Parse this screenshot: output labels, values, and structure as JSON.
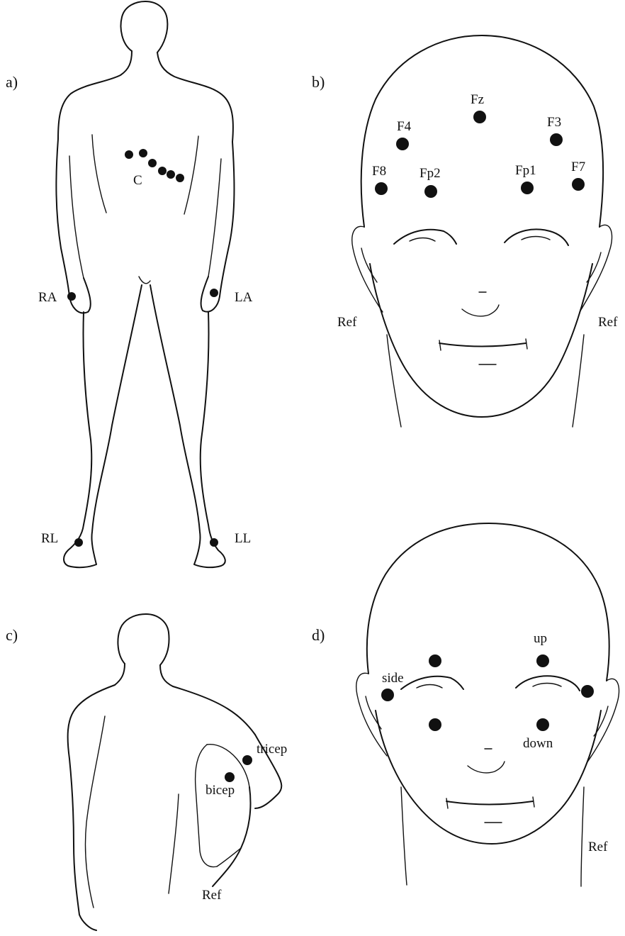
{
  "panels": {
    "a": {
      "label": "a)",
      "electrodes": {
        "chest": "C",
        "right_arm": "RA",
        "left_arm": "LA",
        "right_leg": "RL",
        "left_leg": "LL"
      }
    },
    "b": {
      "label": "b)",
      "electrodes": {
        "fz": "Fz",
        "f4": "F4",
        "f3": "F3",
        "f8": "F8",
        "fp2": "Fp2",
        "fp1": "Fp1",
        "f7": "F7",
        "ref_right": "Ref",
        "ref_left": "Ref"
      }
    },
    "c": {
      "label": "c)",
      "electrodes": {
        "tricep": "tricep",
        "bicep": "bicep",
        "ref": "Ref"
      }
    },
    "d": {
      "label": "d)",
      "electrodes": {
        "side": "side",
        "up": "up",
        "down": "down",
        "ref": "Ref"
      }
    }
  }
}
